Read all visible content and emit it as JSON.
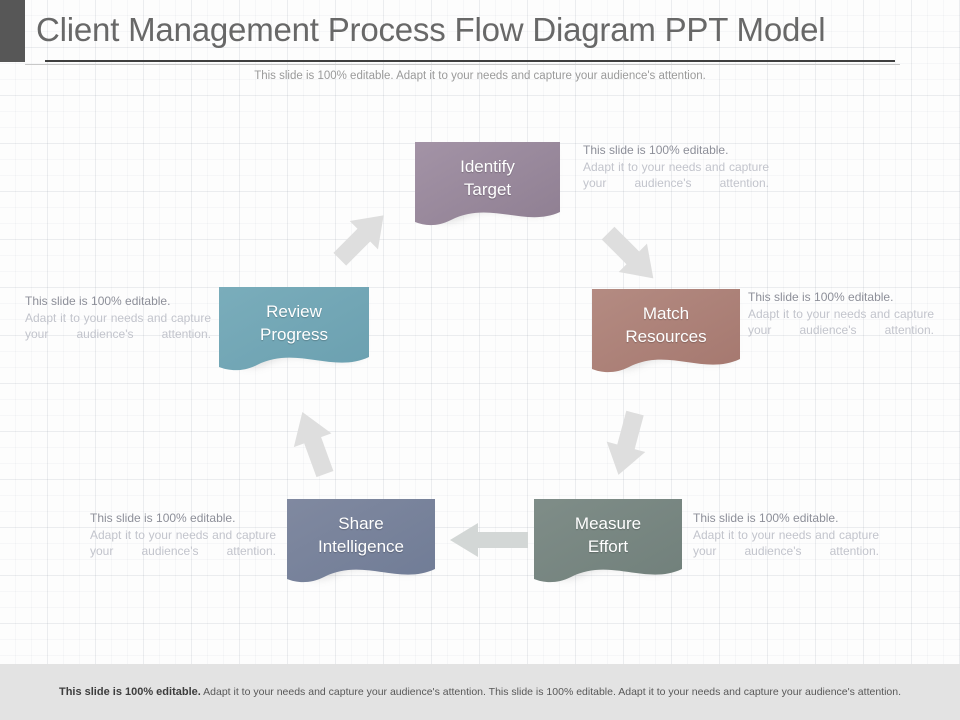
{
  "header": {
    "title": "Client Management Process Flow Diagram PPT Model",
    "subtitle": "This slide is 100% editable. Adapt it to your needs and capture your audience's attention."
  },
  "diagram": {
    "nodes": [
      {
        "id": "identify-target",
        "label": "Identify\nTarget",
        "color": "#8f7f92",
        "color_light": "#a393a6"
      },
      {
        "id": "match-resources",
        "label": "Match\nResources",
        "color": "#a5786f",
        "color_light": "#b48b82"
      },
      {
        "id": "measure-effort",
        "label": "Measure\nEffort",
        "color": "#71807b",
        "color_light": "#7f8d88"
      },
      {
        "id": "share-intelligence",
        "label": "Share\nIntelligence",
        "color": "#707c96",
        "color_light": "#8089a0"
      },
      {
        "id": "review-progress",
        "label": "Review\nProgress",
        "color": "#6ba0b0",
        "color_light": "#7aadbb"
      }
    ],
    "descriptions": [
      {
        "id": "desc-identify-target",
        "lead": "This slide is 100% editable.",
        "body": "Adapt it to your needs and capture your audience's attention."
      },
      {
        "id": "desc-match-resources",
        "lead": "This slide is 100% editable.",
        "body": "Adapt it to your needs and capture your audience's attention."
      },
      {
        "id": "desc-measure-effort",
        "lead": "This slide is 100% editable.",
        "body": "Adapt it to your needs and capture your audience's attention."
      },
      {
        "id": "desc-share-intelligence",
        "lead": "This slide is 100% editable.",
        "body": "Adapt it to your needs and capture your audience's attention."
      },
      {
        "id": "desc-review-progress",
        "lead": "This slide is 100% editable.",
        "body": "Adapt it to your needs and capture your audience's attention."
      }
    ],
    "arrows": [
      {
        "id": "arrow-review-to-identify",
        "direction": "up-right",
        "color": "#dcdcdc"
      },
      {
        "id": "arrow-identify-to-match",
        "direction": "down-right",
        "color": "#dcdcdc"
      },
      {
        "id": "arrow-match-to-measure",
        "direction": "down-left",
        "color": "#dcdcdc"
      },
      {
        "id": "arrow-measure-to-share",
        "direction": "left",
        "color": "#cfd4d3"
      },
      {
        "id": "arrow-share-to-review",
        "direction": "up-left",
        "color": "#dcdcdc"
      }
    ]
  },
  "footer": {
    "lead": "This slide is 100% editable.",
    "body": "Adapt it to your needs and capture your audience's attention. This slide is 100% editable. Adapt it to your needs and capture your audience's attention."
  },
  "colors": {
    "header_block": "#575757",
    "title": "#686868",
    "footer_bg": "#e3e3e3",
    "muted_text": "#c2c4cc",
    "lead_text": "#8d8f99"
  }
}
